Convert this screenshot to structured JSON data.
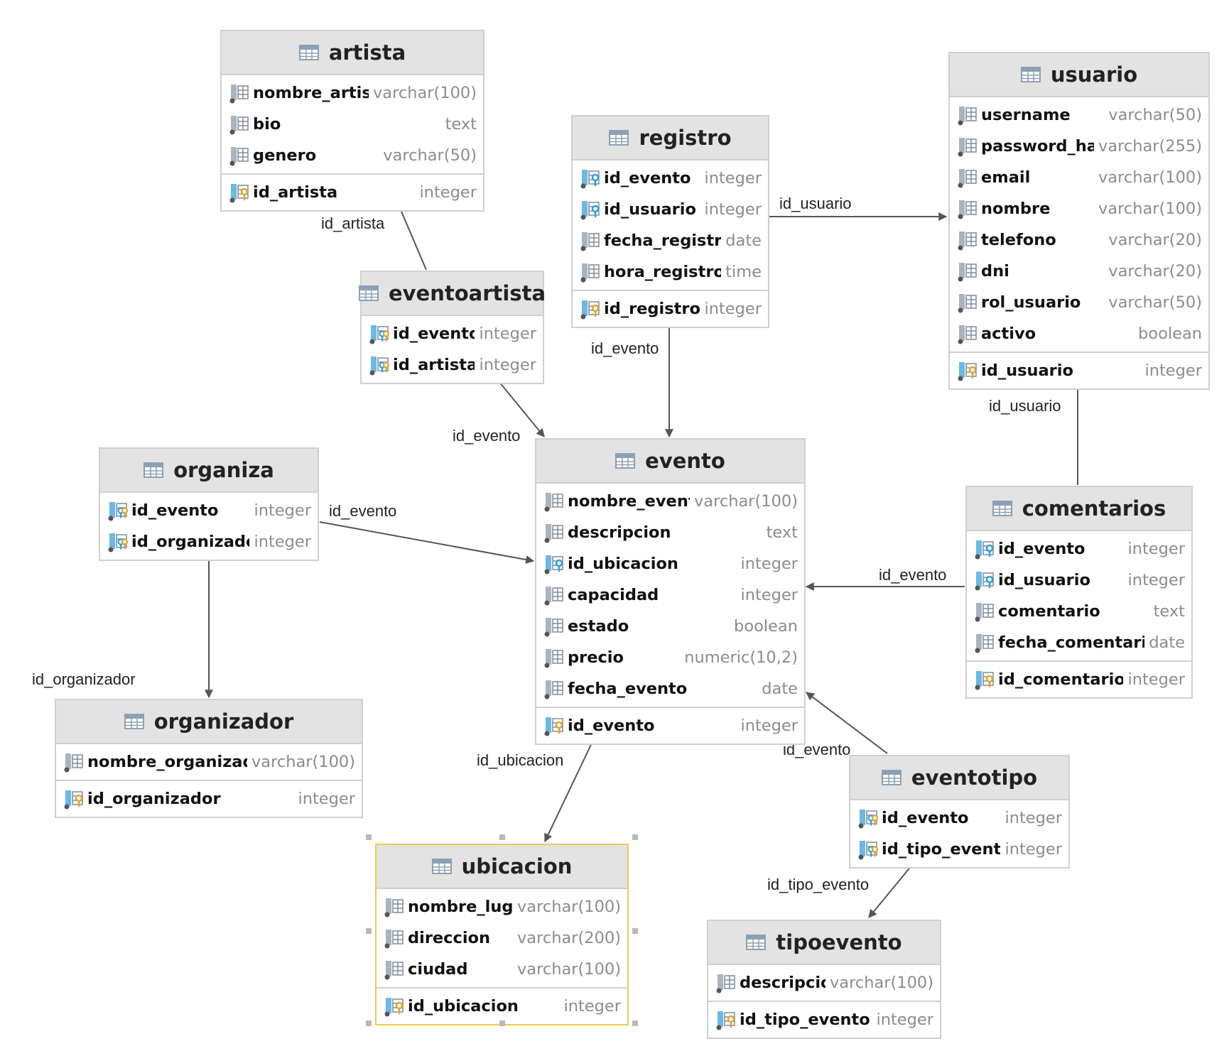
{
  "tables": [
    {
      "name": "artista",
      "columns": [
        {
          "name": "nombre_artista",
          "type": "varchar(100)",
          "icon": "column-icon"
        },
        {
          "name": "bio",
          "type": "text",
          "icon": "column-icon"
        },
        {
          "name": "genero",
          "type": "varchar(50)",
          "icon": "column-icon"
        }
      ],
      "keys": [
        {
          "name": "id_artista",
          "type": "integer",
          "icon": "primary-key-icon"
        }
      ]
    },
    {
      "name": "usuario",
      "columns": [
        {
          "name": "username",
          "type": "varchar(50)",
          "icon": "column-icon"
        },
        {
          "name": "password_hash",
          "type": "varchar(255)",
          "icon": "column-icon"
        },
        {
          "name": "email",
          "type": "varchar(100)",
          "icon": "column-icon"
        },
        {
          "name": "nombre",
          "type": "varchar(100)",
          "icon": "column-icon"
        },
        {
          "name": "telefono",
          "type": "varchar(20)",
          "icon": "column-icon"
        },
        {
          "name": "dni",
          "type": "varchar(20)",
          "icon": "column-icon"
        },
        {
          "name": "rol_usuario",
          "type": "varchar(50)",
          "icon": "column-icon"
        },
        {
          "name": "activo",
          "type": "boolean",
          "icon": "column-icon"
        }
      ],
      "keys": [
        {
          "name": "id_usuario",
          "type": "integer",
          "icon": "primary-key-icon"
        }
      ]
    },
    {
      "name": "registro",
      "columns": [
        {
          "name": "id_evento",
          "type": "integer",
          "icon": "foreign-key-icon"
        },
        {
          "name": "id_usuario",
          "type": "integer",
          "icon": "foreign-key-icon"
        },
        {
          "name": "fecha_registro",
          "type": "date",
          "icon": "column-icon"
        },
        {
          "name": "hora_registro",
          "type": "time",
          "icon": "column-icon"
        }
      ],
      "keys": [
        {
          "name": "id_registro",
          "type": "integer",
          "icon": "primary-key-icon"
        }
      ]
    },
    {
      "name": "eventoartista",
      "columns": [
        {
          "name": "id_evento",
          "type": "integer",
          "icon": "primary-foreign-key-icon"
        },
        {
          "name": "id_artista",
          "type": "integer",
          "icon": "primary-foreign-key-icon"
        }
      ],
      "keys": []
    },
    {
      "name": "organiza",
      "columns": [
        {
          "name": "id_evento",
          "type": "integer",
          "icon": "primary-foreign-key-icon"
        },
        {
          "name": "id_organizador",
          "type": "integer",
          "icon": "primary-foreign-key-icon"
        }
      ],
      "keys": []
    },
    {
      "name": "evento",
      "columns": [
        {
          "name": "nombre_evento",
          "type": "varchar(100)",
          "icon": "column-icon"
        },
        {
          "name": "descripcion",
          "type": "text",
          "icon": "column-icon"
        },
        {
          "name": "id_ubicacion",
          "type": "integer",
          "icon": "foreign-key-icon"
        },
        {
          "name": "capacidad",
          "type": "integer",
          "icon": "column-icon"
        },
        {
          "name": "estado",
          "type": "boolean",
          "icon": "column-icon"
        },
        {
          "name": "precio",
          "type": "numeric(10,2)",
          "icon": "column-icon"
        },
        {
          "name": "fecha_evento",
          "type": "date",
          "icon": "column-icon"
        }
      ],
      "keys": [
        {
          "name": "id_evento",
          "type": "integer",
          "icon": "primary-key-icon"
        }
      ]
    },
    {
      "name": "comentarios",
      "columns": [
        {
          "name": "id_evento",
          "type": "integer",
          "icon": "foreign-key-icon"
        },
        {
          "name": "id_usuario",
          "type": "integer",
          "icon": "foreign-key-icon"
        },
        {
          "name": "comentario",
          "type": "text",
          "icon": "column-icon"
        },
        {
          "name": "fecha_comentario",
          "type": "date",
          "icon": "column-icon"
        }
      ],
      "keys": [
        {
          "name": "id_comentario",
          "type": "integer",
          "icon": "primary-key-icon"
        }
      ]
    },
    {
      "name": "organizador",
      "columns": [
        {
          "name": "nombre_organizador",
          "type": "varchar(100)",
          "icon": "column-icon"
        }
      ],
      "keys": [
        {
          "name": "id_organizador",
          "type": "integer",
          "icon": "primary-key-icon"
        }
      ]
    },
    {
      "name": "eventotipo",
      "columns": [
        {
          "name": "id_evento",
          "type": "integer",
          "icon": "primary-foreign-key-icon"
        },
        {
          "name": "id_tipo_evento",
          "type": "integer",
          "icon": "primary-foreign-key-icon"
        }
      ],
      "keys": []
    },
    {
      "name": "ubicacion",
      "columns": [
        {
          "name": "nombre_lugar",
          "type": "varchar(100)",
          "icon": "column-icon"
        },
        {
          "name": "direccion",
          "type": "varchar(200)",
          "icon": "column-icon"
        },
        {
          "name": "ciudad",
          "type": "varchar(100)",
          "icon": "column-icon"
        }
      ],
      "keys": [
        {
          "name": "id_ubicacion",
          "type": "integer",
          "icon": "primary-key-icon"
        }
      ]
    },
    {
      "name": "tipoevento",
      "columns": [
        {
          "name": "descripcion",
          "type": "varchar(100)",
          "icon": "column-icon"
        }
      ],
      "keys": [
        {
          "name": "id_tipo_evento",
          "type": "integer",
          "icon": "primary-key-icon"
        }
      ]
    }
  ],
  "relations": [
    {
      "from": "eventoartista",
      "to": "artista",
      "label": "id_artista"
    },
    {
      "from": "registro",
      "to": "usuario",
      "label": "id_usuario"
    },
    {
      "from": "registro",
      "to": "evento",
      "label": "id_evento"
    },
    {
      "from": "eventoartista",
      "to": "evento",
      "label": "id_evento"
    },
    {
      "from": "organiza",
      "to": "evento",
      "label": "id_evento"
    },
    {
      "from": "organiza",
      "to": "organizador",
      "label": "id_organizador"
    },
    {
      "from": "comentarios",
      "to": "usuario",
      "label": "id_usuario"
    },
    {
      "from": "comentarios",
      "to": "evento",
      "label": "id_evento"
    },
    {
      "from": "eventotipo",
      "to": "evento",
      "label": "id_evento"
    },
    {
      "from": "evento",
      "to": "ubicacion",
      "label": "id_ubicacion"
    },
    {
      "from": "eventotipo",
      "to": "tipoevento",
      "label": "id_tipo_evento"
    }
  ],
  "selected_table": "ubicacion"
}
